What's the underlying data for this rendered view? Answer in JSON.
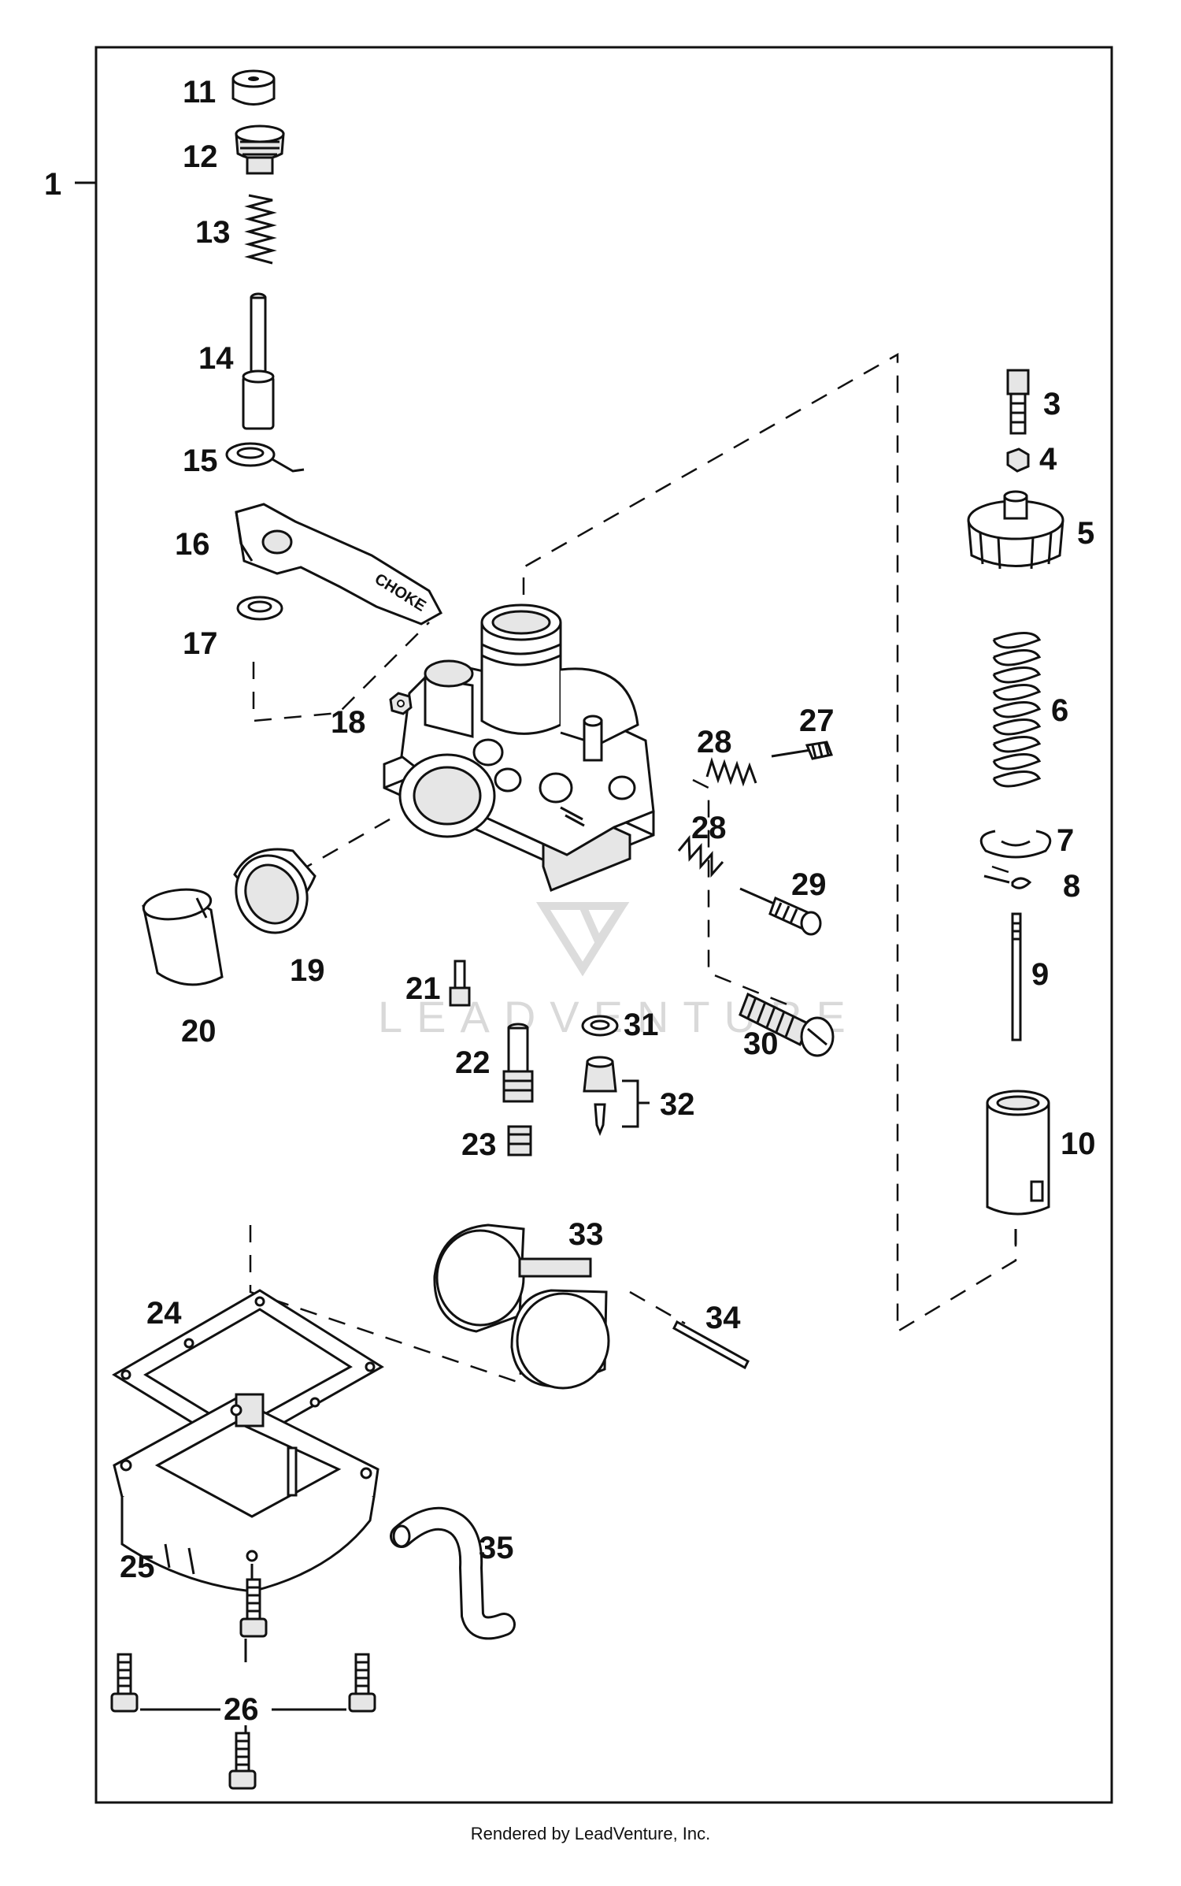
{
  "diagram": {
    "labels": [
      "1",
      "3",
      "4",
      "5",
      "6",
      "7",
      "8",
      "9",
      "10",
      "11",
      "12",
      "13",
      "14",
      "15",
      "16",
      "17",
      "18",
      "19",
      "20",
      "21",
      "22",
      "23",
      "24",
      "25",
      "26",
      "27",
      "28",
      "28",
      "29",
      "30",
      "31",
      "32",
      "33",
      "34",
      "35"
    ],
    "lever_text": "CHOKE",
    "watermark": "LEADVENTURE",
    "footer": "Rendered by LeadVenture, Inc.",
    "colors": {
      "ink": "#111111",
      "paper": "#ffffff",
      "watermark": "#d9d9d9"
    }
  }
}
